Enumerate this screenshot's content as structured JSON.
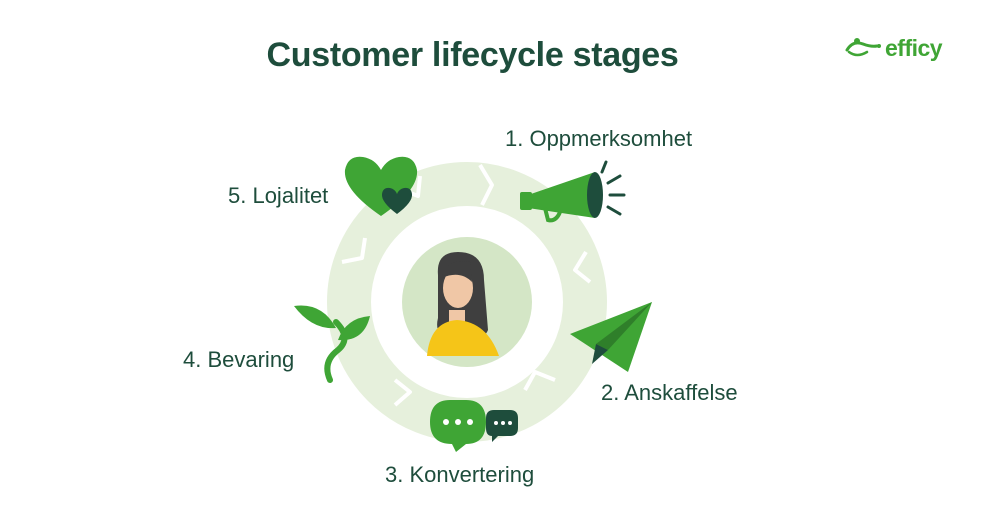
{
  "title": "Customer lifecycle stages",
  "logo": {
    "text": "efficy",
    "color": "#3fa535"
  },
  "colors": {
    "dark_green": "#1e4d3c",
    "bright_green": "#3fa535",
    "ring": "#e6f0dc",
    "ring_inner": "#d4e6c6",
    "person_shirt": "#f5c518",
    "person_skin": "#f0c7a6",
    "person_hair": "#3f3f3f"
  },
  "stages": [
    {
      "label": "1. Oppmerksomhet",
      "icon": "megaphone-icon"
    },
    {
      "label": "2. Anskaffelse",
      "icon": "paper-plane-icon"
    },
    {
      "label": "3. Konvertering",
      "icon": "chat-bubbles-icon"
    },
    {
      "label": "4. Bevaring",
      "icon": "sprout-icon"
    },
    {
      "label": "5. Lojalitet",
      "icon": "hearts-icon"
    }
  ],
  "center_icon": "person-avatar-icon"
}
